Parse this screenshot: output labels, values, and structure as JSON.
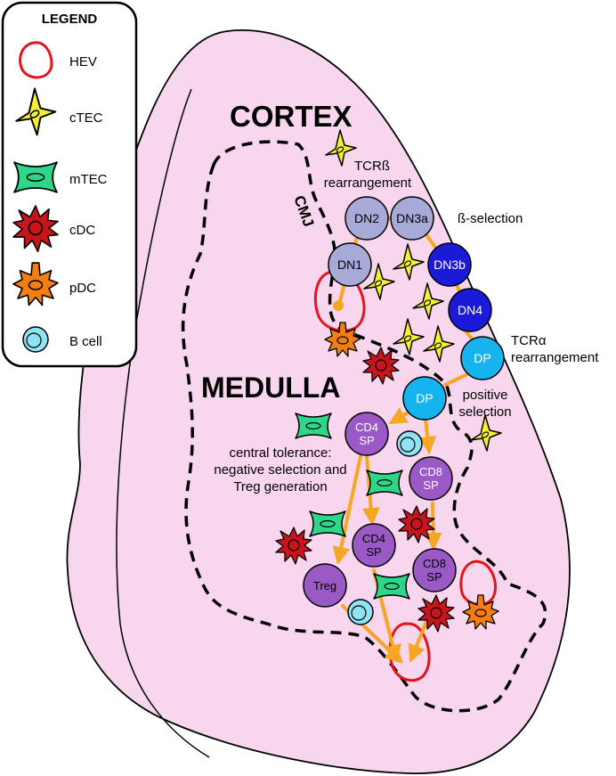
{
  "legend": {
    "title": "LEGEND",
    "items": [
      {
        "key": "hev",
        "label": "HEV"
      },
      {
        "key": "ctec",
        "label": "cTEC"
      },
      {
        "key": "mtec",
        "label": "mTEC"
      },
      {
        "key": "cdc",
        "label": "cDC"
      },
      {
        "key": "pdc",
        "label": "pDC"
      },
      {
        "key": "bcell",
        "label": "B cell"
      }
    ]
  },
  "regions": {
    "cortex": "CORTEX",
    "medulla": "MEDULLA",
    "cmj": "CMJ"
  },
  "annotations": {
    "tcrb_line1": "TCRß",
    "tcrb_line2": "rearrangement",
    "beta_selection": "ß-selection",
    "tcra_line1": "TCRα",
    "tcra_line2": "rearrangement",
    "positive_line1": "positive",
    "positive_line2": "selection",
    "central_line1": "central tolerance:",
    "central_line2": "negative selection and",
    "central_line3": "Treg generation"
  },
  "cells": {
    "dn1": "DN1",
    "dn2": "DN2",
    "dn3a": "DN3a",
    "dn3b": "DN3b",
    "dn4": "DN4",
    "dp1": "DP",
    "dp2": "DP",
    "cd4sp1_a": "CD4",
    "cd4sp1_b": "SP",
    "cd8sp1_a": "CD8",
    "cd8sp1_b": "SP",
    "cd4sp2_a": "CD4",
    "cd4sp2_b": "SP",
    "cd8sp2_a": "CD8",
    "cd8sp2_b": "SP",
    "treg": "Treg"
  },
  "colors": {
    "lobe_fill": "#f7d6ee",
    "dn_early": "#a7a9d6",
    "dn_late": "#1a1ad8",
    "dp": "#16b4ee",
    "sp": "#9b59c6",
    "arrow": "#f5a623",
    "hev": "#e3141b",
    "ctec": "#f5f032",
    "mtec": "#2ed68a",
    "cdc": "#c8141b",
    "pdc": "#f57e12",
    "bcell": "#8fe3f5"
  },
  "icons": [
    "hev-icon",
    "ctec-icon",
    "mtec-icon",
    "cdc-icon",
    "pdc-icon",
    "bcell-icon"
  ]
}
